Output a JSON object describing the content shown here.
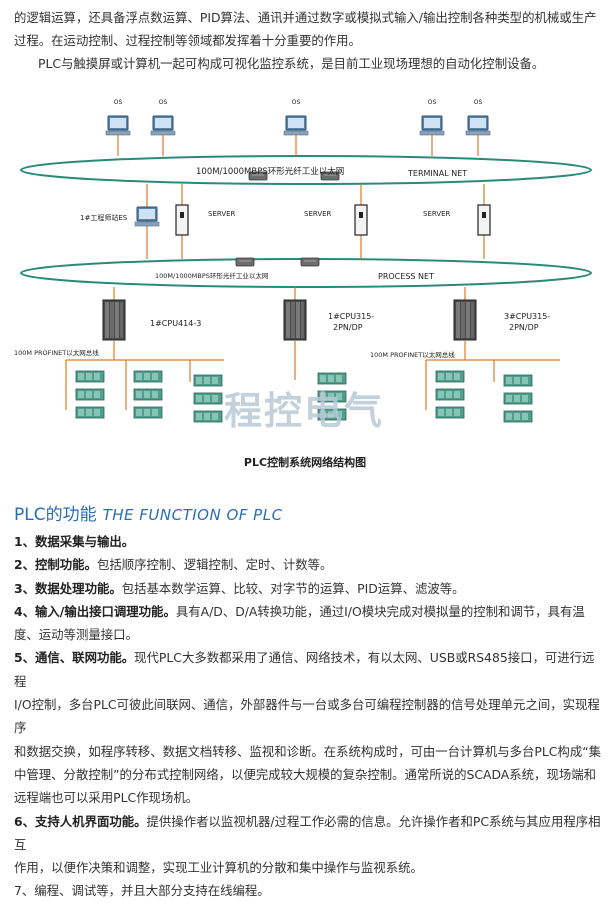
{
  "intro": {
    "line1": "的逻辑运算，还具备浮点数运算、PID算法、通讯并通过数字或模拟式输入/输出控制各种类型的机械或生产",
    "line2": "过程。在运动控制、过程控制等领域都发挥着十分重要的作用。",
    "line3": "PLC与触摸屏或计算机一起可构成可视化监控系统，是目前工业现场理想的自动化控制设备。"
  },
  "diagram": {
    "os_label": "OS",
    "ring1_label": "100M/1000MBPS环形光纤工业以太网",
    "terminal_net": "TERMINAL NET",
    "engineer_station": "1#工程师站ES",
    "server_label": "SERVER",
    "ring2_label": "100M/1000MBPS环形光纤工业以太网",
    "process_net": "PROCESS NET",
    "cpu1": "1#CPU414-3",
    "cpu2_line1": "1#CPU315-",
    "cpu2_line2": "2PN/DP",
    "cpu3_line1": "3#CPU315-",
    "cpu3_line2": "2PN/DP",
    "profinet1": "100M PROFINET以太网总线",
    "profinet2": "100M PROFINET以太网总线",
    "watermark": "程控电气"
  },
  "caption": "PLC控制系统网络结构图",
  "section": {
    "title_cn": "PLC的功能",
    "title_en": "THE FUNCTION OF PLC"
  },
  "features": {
    "f1_title": "1、数据采集与输出。",
    "f2_title": "2、控制功能。",
    "f2_text": "包括顺序控制、逻辑控制、定时、计数等。",
    "f3_title": "3、数据处理功能。",
    "f3_text": "包括基本数学运算、比较、对字节的运算、PID运算、滤波等。",
    "f4_title": "4、输入/输出接口调理功能。",
    "f4_text1": "具有A/D、D/A转换功能，通过I/O模块完成对模拟量的控制和调节，具有温",
    "f4_text2": "度、运动等测量接口。",
    "f5_title": "5、通信、联网功能。",
    "f5_text1": "现代PLC大多数都采用了通信、网络技术，有以太网、USB或RS485接口，可进行远程",
    "f5_text2": "I/O控制，多台PLC可彼此间联网、通信，外部器件与一台或多台可编程控制器的信号处理单元之间，实现程序",
    "f5_text3": "和数据交换，如程序转移、数据文档转移、监视和诊断。在系统构成时，可由一台计算机与多台PLC构成“集",
    "f5_text4": "中管理、分散控制”的分布式控制网络，以便完成较大规模的复杂控制。通常所说的SCADA系统，现场端和",
    "f5_text5": "远程端也可以采用PLC作现场机。",
    "f6_title": "6、支持人机界面功能。",
    "f6_text1": "提供操作者以监视机器/过程工作必需的信息。允许操作者和PC系统与其应用程序相互",
    "f6_text2": "作用，以便作决策和调整，实现工业计算机的分散和集中操作与监视系统。",
    "f7_text": "7、编程、调试等，并且大部分支持在线编程。"
  },
  "colors": {
    "ring": "#2a8a7a",
    "link": "#e07a20",
    "title_blue": "#2a6db5",
    "module_green": "#4f9e8e"
  }
}
